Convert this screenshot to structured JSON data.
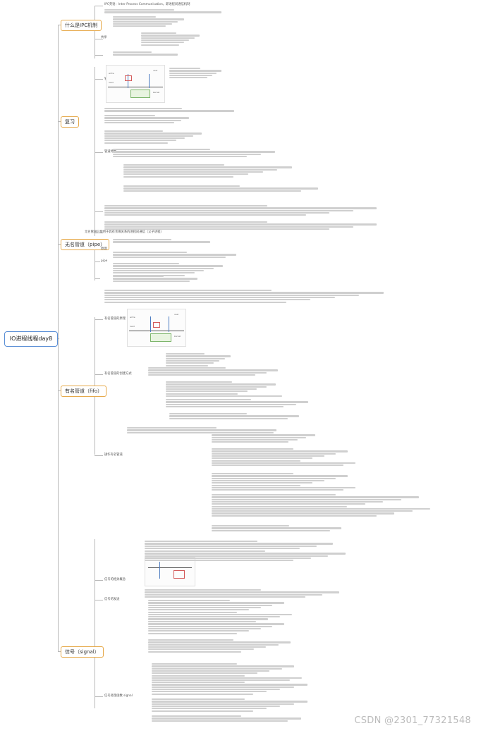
{
  "root": {
    "label": "IO进程线程day8"
  },
  "topics": [
    {
      "id": "ipc",
      "label": "什么是IPC机制"
    },
    {
      "id": "review",
      "label": "复习"
    },
    {
      "id": "pipe",
      "label": "无名管道（pipe）"
    },
    {
      "id": "fifo",
      "label": "有名管道（fifo）"
    },
    {
      "id": "signal",
      "label": "信号（signal）"
    }
  ],
  "subs": {
    "ipc_def": "IPC英语：Inter Process Communication，即进程间通信机制",
    "ipc_r1": "共享",
    "review_r1": "管道原理",
    "review_r2": "管道特性",
    "review_r3": "无名管道只能用于具有亲缘关系的进程间通信（父子进程）",
    "pipe_r1": "原理",
    "pipe_r2": "pipe",
    "fifo_r1": "有名管道的原理",
    "fifo_r2": "有名管道的创建方式",
    "fifo_r3": "操作有名管道",
    "signal_r1": "信号的相关概念",
    "signal_r2": "信号的发送",
    "signal_r3": "信号处理函数 signal"
  },
  "figure_labels": {
    "f1_a": "write",
    "f1_b": "read",
    "f1_c": "user",
    "f1_d": "kernel",
    "f2_a": "write",
    "f2_b": "read",
    "f2_c": "user",
    "f2_d": "kernel"
  },
  "watermark": "CSDN @2301_77321548"
}
